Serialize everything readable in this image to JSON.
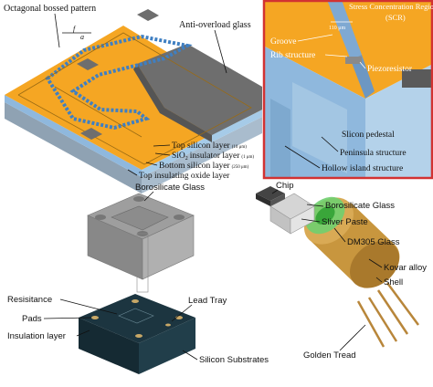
{
  "panel_a": {
    "octagonal_bossed_pattern": "Octagonal bossed pattern",
    "anti_overload_glass": "Anti-overload glass",
    "top_silicon_layer": "Top silicon layer",
    "top_silicon_thickness": "(10 μm)",
    "sio2_prefix": "SiO",
    "sio2_sub": "2",
    "sio2_suffix": "insulator layer",
    "sio2_thickness": "(1 μm)",
    "bottom_silicon_layer": "Bottom silicon layer",
    "bottom_silicon_thickness": "(250 μm)",
    "top_insulating_oxide": "Top insulating oxide layer",
    "dim_f": "f",
    "dim_a": "a"
  },
  "panel_b": {
    "stress_concentration": "Stress Concentration Region",
    "scr": "(SCR)",
    "dim_110": "110 μm",
    "groove": "Groove",
    "rib_structure": "Rib structure",
    "piezoresistor": "Piezoresistor",
    "silicon_pedestal": "Slicon pedestal",
    "peninsula_structure": "Peninsula structure",
    "hollow_island": "Hollow island structure"
  },
  "panel_c": {
    "borosilicate_glass": "Borosilicate Glass",
    "resistance": "Resisitance",
    "lead_tray": "Lead Tray",
    "pads": "Pads",
    "insulation_layer": "Insulation layer",
    "silicon_substrates": "Silicon Substrates"
  },
  "panel_d": {
    "chip": "Chip",
    "borosilicate_glass": "Borosilicate Glass",
    "silver_paste": "Sliver Paste",
    "dm305_glass": "DM305 Glass",
    "kovar_alloy": "Kovar alloy",
    "shell": "Shell",
    "golden_tread": "Golden Tread"
  },
  "colors": {
    "orange": "#f5a623",
    "blue_layer": "#8fb8dd",
    "gray_glass": "#6e6e6e",
    "frame_red": "#d23232",
    "substrate": "#1c3540",
    "gold": "#c8963e"
  }
}
